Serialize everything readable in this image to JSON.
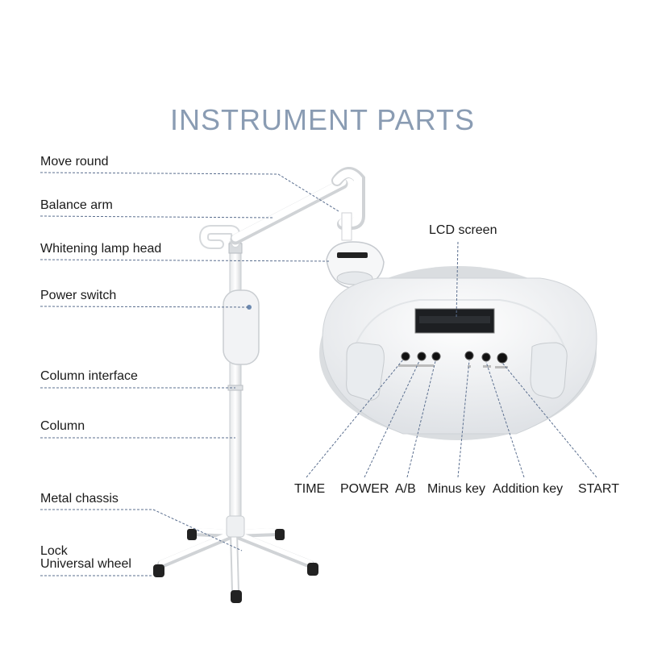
{
  "title": "INSTRUMENT PARTS",
  "left_labels": {
    "move_round": "Move round",
    "balance_arm": "Balance arm",
    "lamp_head": "Whitening lamp head",
    "power_switch": "Power switch",
    "column_interface": "Column interface",
    "column": "Column",
    "metal_chassis": "Metal chassis",
    "lock": "Lock",
    "universal_wheel": "Universal wheel"
  },
  "lcd_label": "LCD screen",
  "button_labels": {
    "time": "TIME",
    "power": "POWER",
    "ab": "A/B",
    "minus": "Minus key",
    "addition": "Addition key",
    "start": "START"
  },
  "colors": {
    "title": "#8a9cb3",
    "leader": "#5b6f8f",
    "device_body": "#f4f5f6",
    "device_shadow": "#d9dcdf"
  }
}
